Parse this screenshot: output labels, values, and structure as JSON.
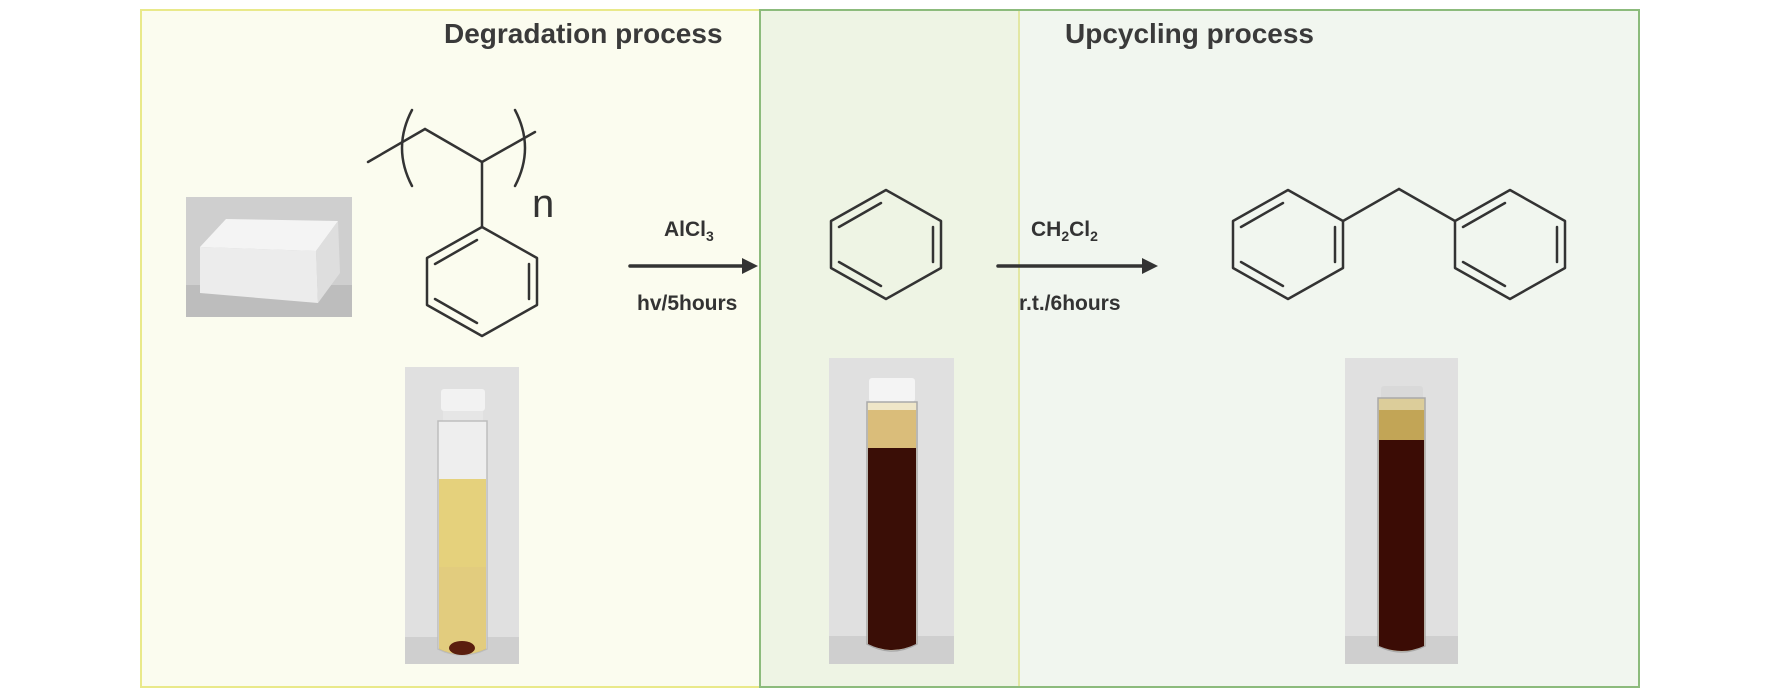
{
  "sections": {
    "degradation": {
      "title": "Degradation process"
    },
    "upcycling": {
      "title": "Upcycling process"
    }
  },
  "step1": {
    "reagent": {
      "main": "AlCl",
      "sub": "3"
    },
    "conditions": "hv/5hours"
  },
  "step2": {
    "reagent": {
      "p1": "CH",
      "s1": "2",
      "p2": "Cl",
      "s2": "2"
    },
    "conditions": "r.t./6hours"
  },
  "polystyrene": {
    "repeat_label": "n"
  },
  "colors": {
    "degradation_fill": "#fbfcef",
    "degradation_border": "#e9e98a",
    "upcycling_border": "#8cbb7c",
    "bond": "#333333",
    "solution_dark": "#3a0e06",
    "solution_yellow": "#d9b022"
  }
}
